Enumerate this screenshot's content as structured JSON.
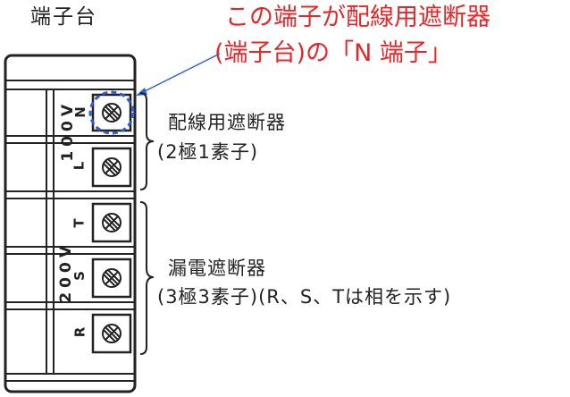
{
  "terminal_block_title": "端子台",
  "callout": {
    "line1": "この端子が配線用遮断器",
    "line2": "(端子台)の「N 端子」",
    "color": "#e8262a"
  },
  "wiring_breaker": {
    "name": "配線用遮断器",
    "note": "(2極1素子)",
    "voltage": "100V",
    "terminals": [
      "N",
      "L"
    ]
  },
  "earth_leakage_breaker": {
    "name": "漏電遮断器",
    "note": "(3極3素子)(R、S、Tは相を示す)",
    "voltage": "200V",
    "terminals": [
      "T",
      "S",
      "R"
    ]
  },
  "highlight_color": "#2f5fd0"
}
